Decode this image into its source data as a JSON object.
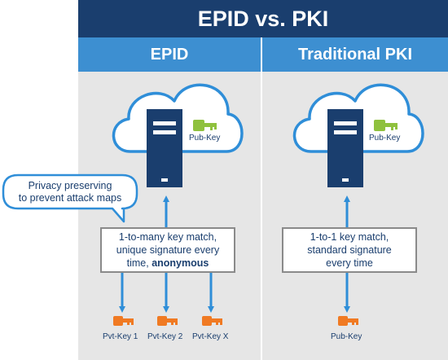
{
  "title": "EPID vs. PKI",
  "columns": {
    "left": {
      "header": "EPID",
      "pubkey_label": "Pub-Key",
      "box_line1": "1-to-many key match,",
      "box_line2": "unique signature every",
      "box_line3_prefix": "time, ",
      "box_line3_bold": "anonymous",
      "keys": [
        "Pvt-Key 1",
        "Pvt-Key 2",
        "Pvt-Key X"
      ]
    },
    "right": {
      "header": "Traditional PKI",
      "pubkey_label": "Pub-Key",
      "box_line1": "1-to-1 key match,",
      "box_line2": "standard signature",
      "box_line3": "every time",
      "keys": [
        "Pub-Key"
      ]
    }
  },
  "callout": {
    "line1": "Privacy preserving",
    "line2": "to prevent attack maps"
  },
  "colors": {
    "navy": "#1a3e6e",
    "blue": "#3d8fd1",
    "cloud_stroke": "#2f8ed8",
    "green_key": "#8fc13e",
    "orange_key": "#f07a23",
    "panel": "#e6e6e6"
  }
}
